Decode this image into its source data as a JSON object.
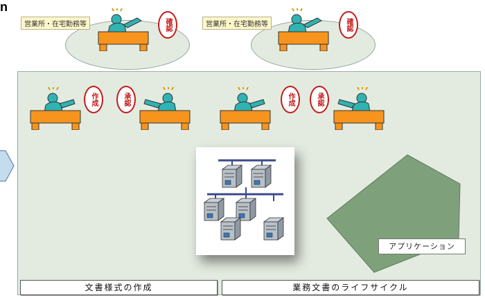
{
  "corner_text": "n",
  "top_offices": [
    {
      "location_label": "営業所・在宅勤務等",
      "stamp": "確認"
    },
    {
      "location_label": "営業所・在宅勤務等",
      "stamp": "確認"
    }
  ],
  "workers": [
    {
      "stamp": "作成"
    },
    {
      "stamp": "承認"
    },
    {
      "stamp": "作成"
    },
    {
      "stamp": "承認"
    }
  ],
  "app_label": "アプリケーション",
  "bottom_labels": {
    "left": "文書様式の作成",
    "right": "業務文書のライフサイクル"
  },
  "colors": {
    "desk": "#f7941d",
    "panel": "#e3ebe1",
    "stamp_red": "#c41a1a",
    "figure_teal": "#2fb3b3",
    "app_polygon": "#7ea07a"
  }
}
